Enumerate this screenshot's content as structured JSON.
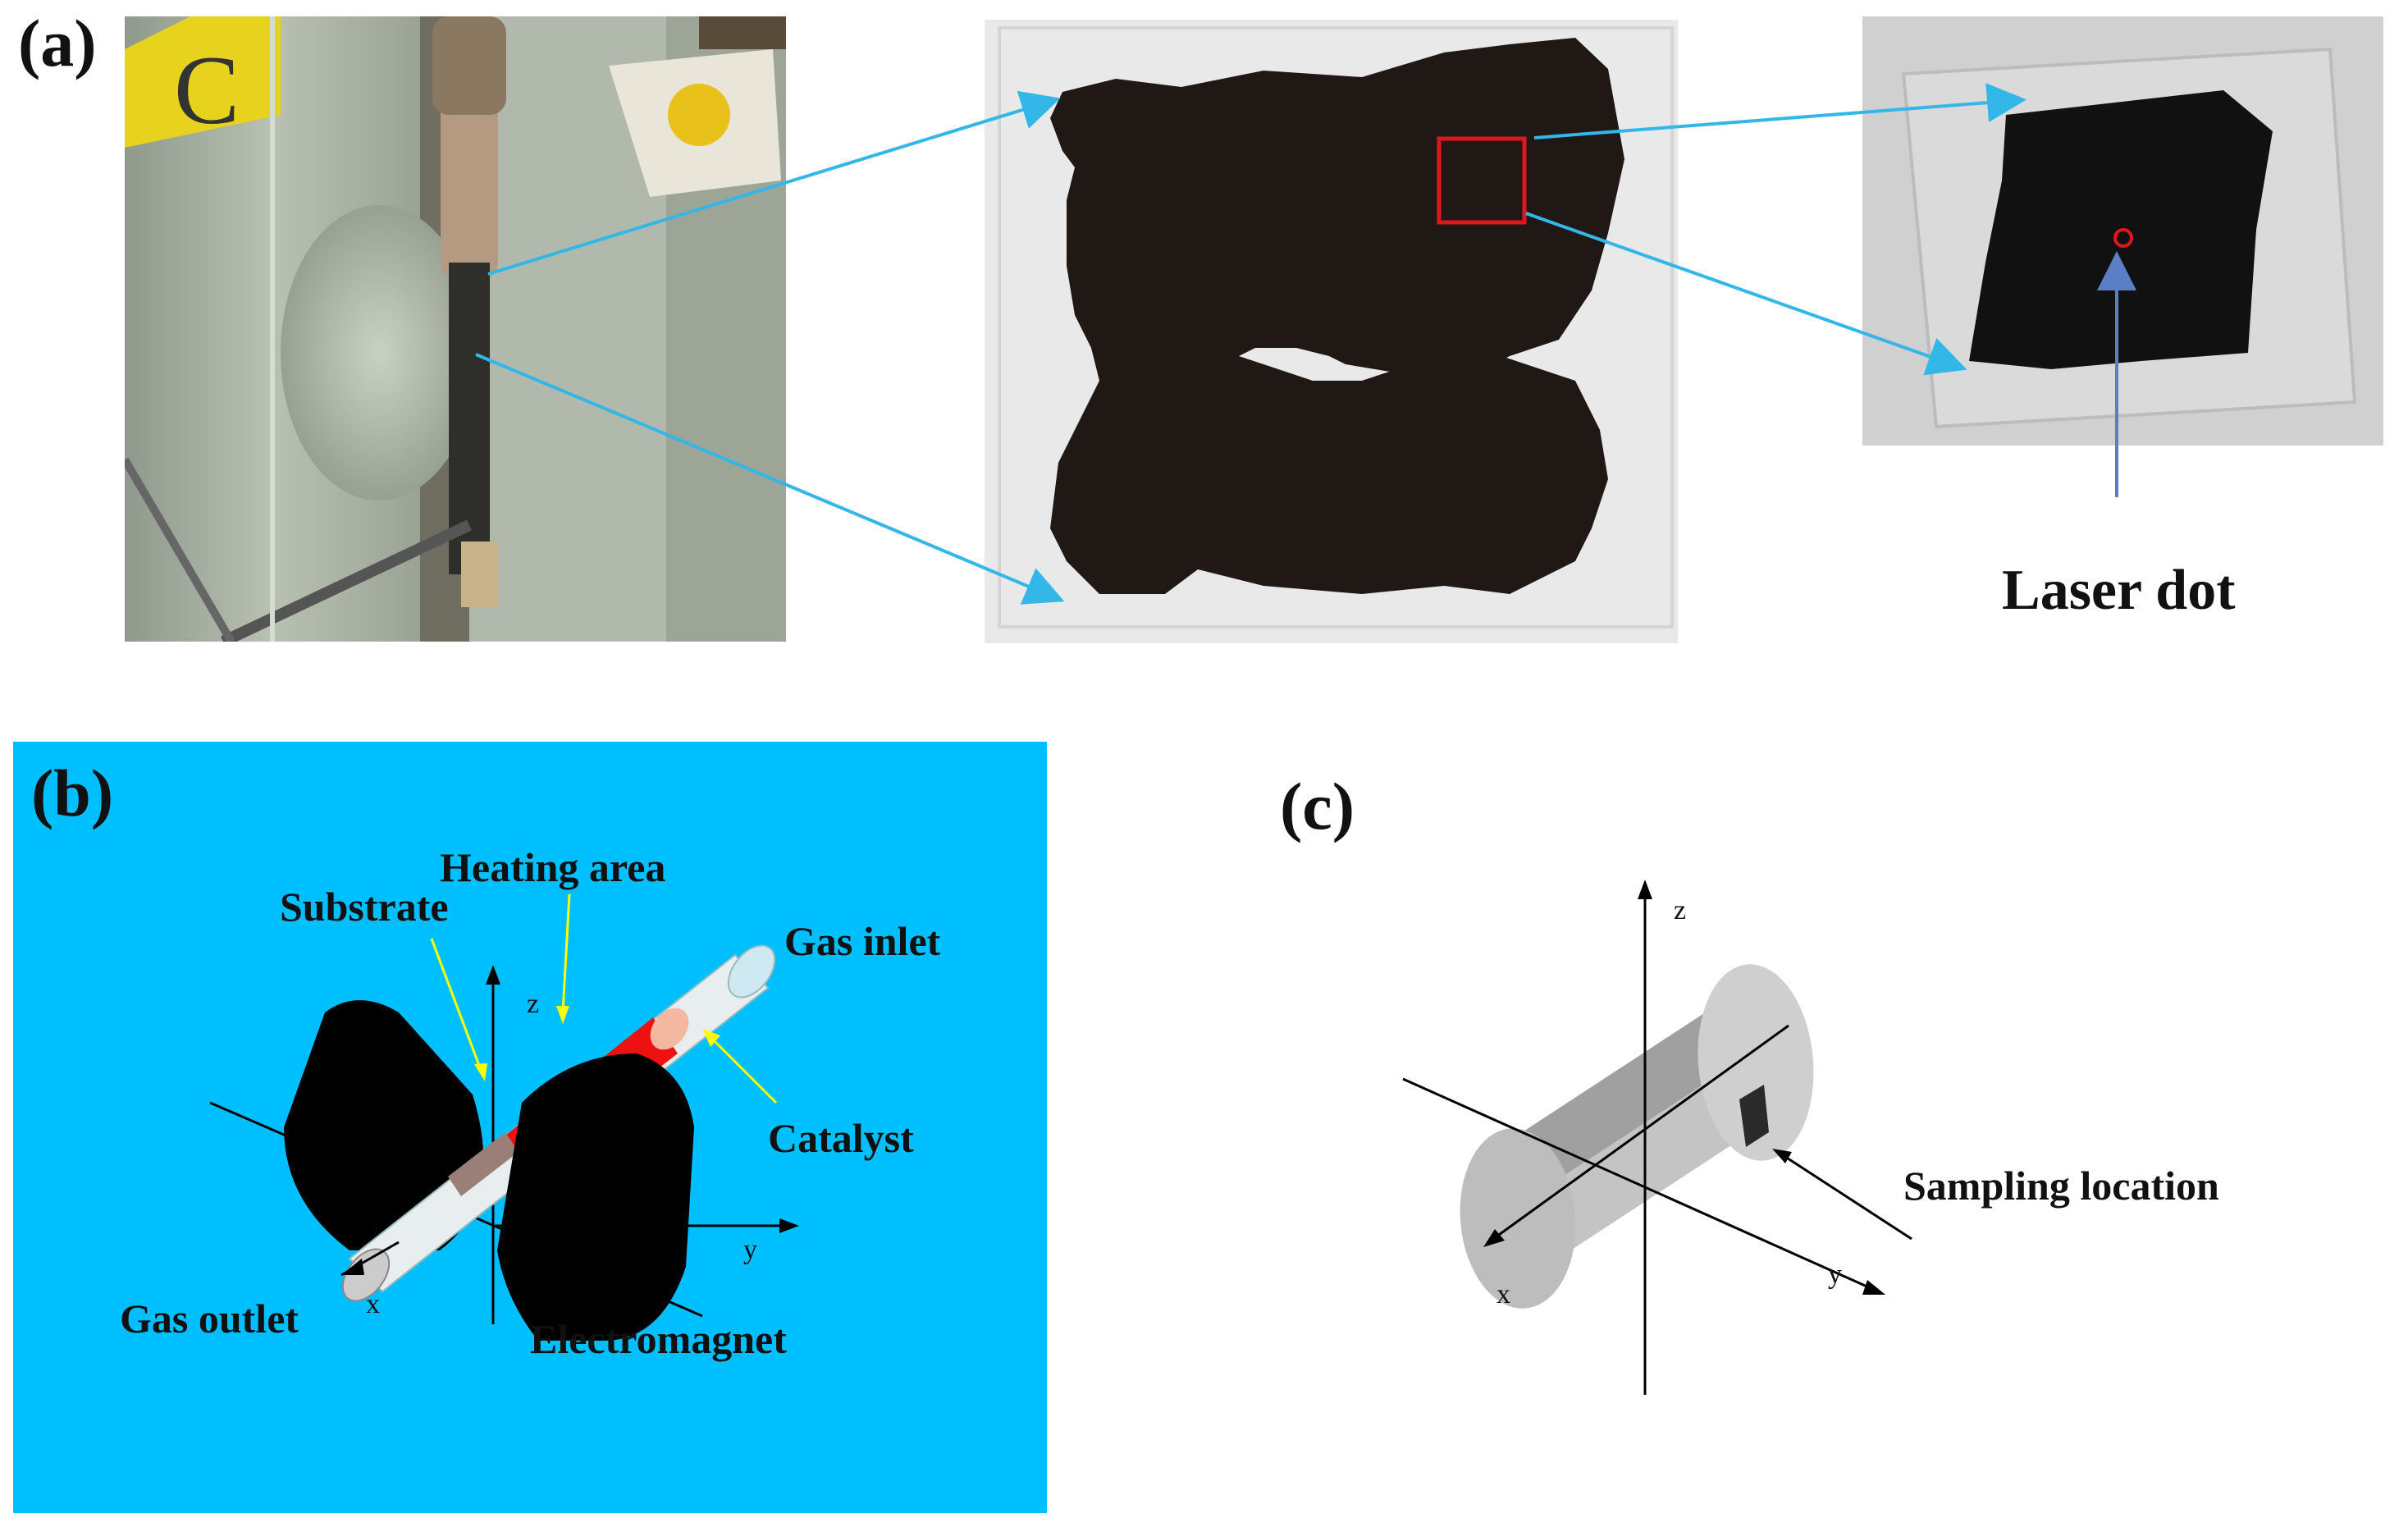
{
  "panels": {
    "a": {
      "label": "(a)",
      "photo1": {
        "description_icon": "furnace-photo"
      },
      "photo2": {
        "description_icon": "film-photo"
      },
      "photo3": {
        "description_icon": "glass-slide-photo"
      },
      "laser_label": "Laser dot",
      "colors": {
        "arrow": "#33b6e8",
        "marker_red": "#e0161b",
        "laser_arrow": "#5b7fc6"
      }
    },
    "b": {
      "label": "(b)",
      "background": "#00bfff",
      "labels": {
        "heating_area": "Heating area",
        "substrate": "Substrate",
        "gas_inlet": "Gas inlet",
        "catalyst": "Catalyst",
        "gas_outlet": "Gas outlet",
        "electromagnet": "Electromagnet",
        "axis_z": "z",
        "axis_y": "y",
        "axis_x": "x"
      }
    },
    "c": {
      "label": "(c)",
      "labels": {
        "axis_z": "z",
        "axis_y": "y",
        "axis_x": "x",
        "sampling_location": "Sampling location"
      }
    }
  }
}
